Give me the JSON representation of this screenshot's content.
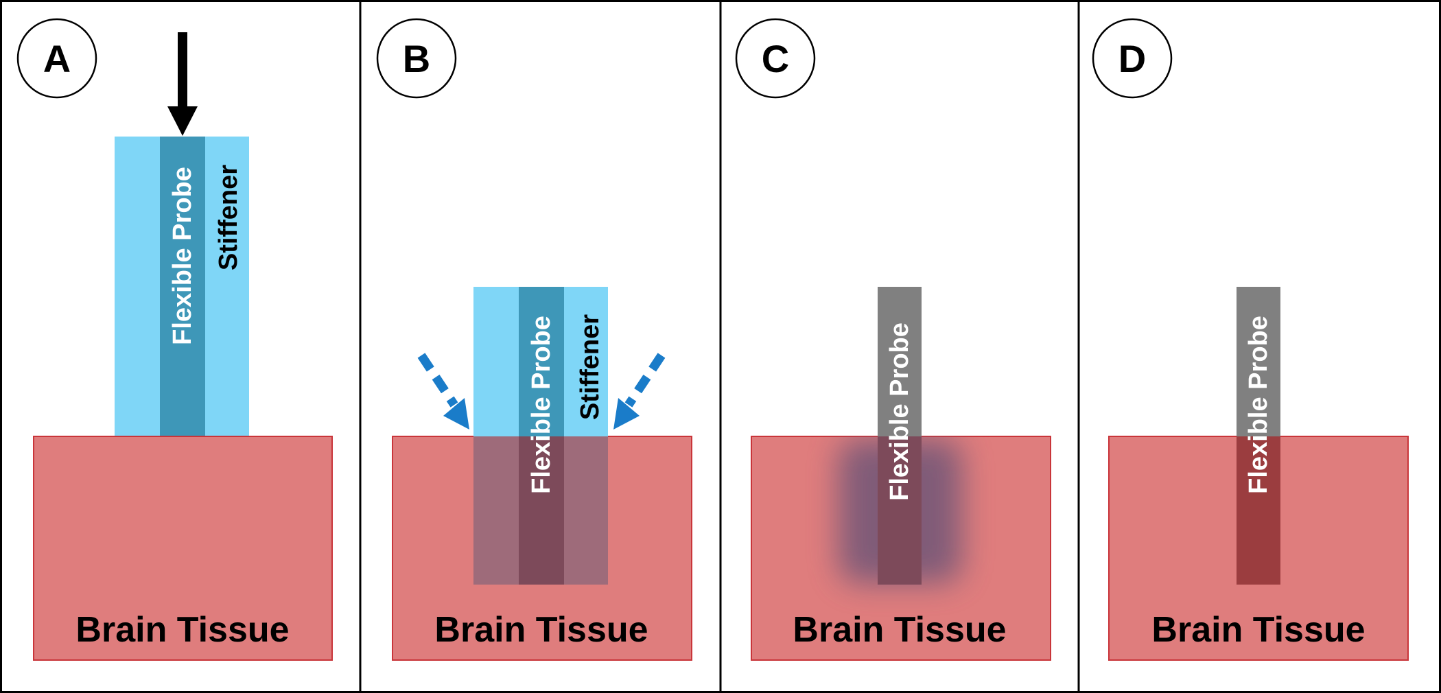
{
  "figure": {
    "panels": [
      {
        "id": "A",
        "badge": "A",
        "tissue_label": "Brain Tissue",
        "probe_label": "Flexible Probe",
        "stiffener_label": "Stiffener"
      },
      {
        "id": "B",
        "badge": "B",
        "tissue_label": "Brain Tissue",
        "probe_label": "Flexible Probe",
        "stiffener_label": "Stiffener"
      },
      {
        "id": "C",
        "badge": "C",
        "tissue_label": "Brain Tissue",
        "probe_label": "Flexible Probe"
      },
      {
        "id": "D",
        "badge": "D",
        "tissue_label": "Brain Tissue",
        "probe_label": "Flexible Probe"
      }
    ]
  },
  "colors": {
    "tissue": "#df7d7d",
    "tissue_border": "#c9353a",
    "stiffener": "#7fd6f7",
    "probe": "#3e97b8",
    "stiffener_inserted": "#9e6b7a",
    "probe_inserted": "#7d4a5a",
    "probe_gray": "#808080",
    "probe_gray_inserted": "#9b3d3f",
    "swelling": "#7b5a78",
    "dashed_arrow": "#1a7cc9",
    "arrow": "#000000"
  },
  "icons": {
    "panel_a": "down-arrow-icon",
    "panel_b": "dashed-diagonal-arrow-icon"
  }
}
